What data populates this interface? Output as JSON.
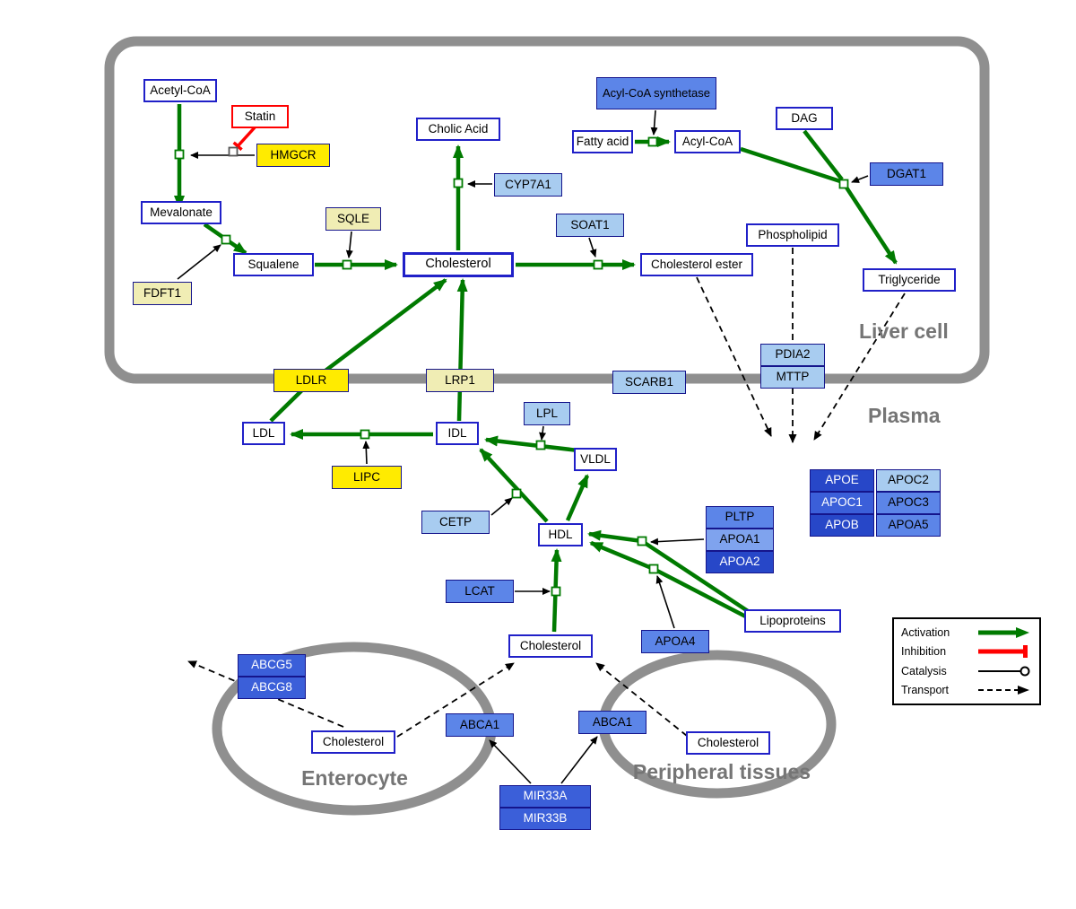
{
  "compartments": {
    "liver_cell": "Liver cell",
    "plasma": "Plasma",
    "enterocyte": "Enterocyte",
    "peripheral_tissues": "Peripheral tissues"
  },
  "nodes": {
    "acetyl_coa": "Acetyl-CoA",
    "statin": "Statin",
    "hmgcr": "HMGCR",
    "cholic_acid": "Cholic Acid",
    "acyl_coa_synthetase": "Acyl-CoA synthetase",
    "fatty_acid": "Fatty acid",
    "acyl_coa": "Acyl-CoA",
    "dag": "DAG",
    "dgat1": "DGAT1",
    "mevalonate": "Mevalonate",
    "sqle": "SQLE",
    "fdft1": "FDFT1",
    "cyp7a1": "CYP7A1",
    "soat1": "SOAT1",
    "squalene": "Squalene",
    "cholesterol_liver": "Cholesterol",
    "cholesterol_ester": "Cholesterol ester",
    "phospholipid": "Phospholipid",
    "triglyceride": "Triglyceride",
    "ldlr": "LDLR",
    "lrp1": "LRP1",
    "scarb1": "SCARB1",
    "pdia2": "PDIA2",
    "mttp": "MTTP",
    "ldl": "LDL",
    "idl": "IDL",
    "lpl": "LPL",
    "vldl": "VLDL",
    "lipc": "LIPC",
    "cetp": "CETP",
    "hdl": "HDL",
    "pltp": "PLTP",
    "apoa1": "APOA1",
    "apoa2": "APOA2",
    "lcat": "LCAT",
    "apoa4": "APOA4",
    "lipoproteins": "Lipoproteins",
    "apoe": "APOE",
    "apoc2": "APOC2",
    "apoc1": "APOC1",
    "apoc3": "APOC3",
    "apob": "APOB",
    "apoa5": "APOA5",
    "cholesterol_plasma": "Cholesterol",
    "abcg5": "ABCG5",
    "abcg8": "ABCG8",
    "abca1_enterocyte": "ABCA1",
    "abca1_peripheral": "ABCA1",
    "cholesterol_enterocyte": "Cholesterol",
    "cholesterol_peripheral": "Cholesterol",
    "mir33a": "MIR33A",
    "mir33b": "MIR33B"
  },
  "legend": {
    "activation": "Activation",
    "inhibition": "Inhibition",
    "catalysis": "Catalysis",
    "transport": "Transport"
  },
  "colors": {
    "activation_green": "#007A00",
    "inhibition_red": "#FF0000",
    "membrane_gray": "#8F8F8F",
    "metabolite_border_blue": "#2020C8",
    "gene_yellow": "#FFEB00",
    "gene_pale_yellow": "#F0EDB4",
    "gene_light_blue": "#A8CCF0",
    "gene_medium_blue": "#5C85E8",
    "gene_dark_blue": "#2747C8"
  }
}
